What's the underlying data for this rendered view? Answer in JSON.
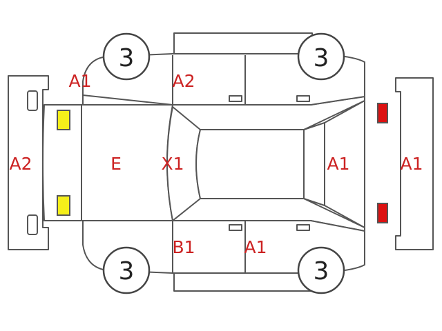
{
  "colors": {
    "code_text": "#cc2222",
    "outline": "#555555",
    "headlight": "#f5ef1a",
    "taillight": "#dd1111"
  },
  "tires": {
    "front_left": "3",
    "rear_left": "3",
    "front_right": "3",
    "rear_right": "3"
  },
  "damage_codes": {
    "front_bumper": "A2",
    "hood": "E",
    "front_fender_left": "A1",
    "front_door_left": "A2",
    "windshield": "X1",
    "trunk": "A1",
    "rear_bumper": "A1",
    "front_pillar_right": "B1",
    "rear_door_right": "A1"
  }
}
